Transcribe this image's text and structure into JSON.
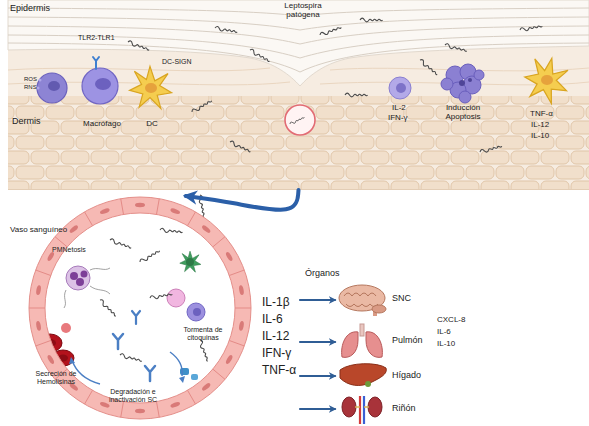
{
  "diagram": {
    "nodes": [
      {
        "text": [
          "Epidermis",
          "Dermis"
        ]
      },
      {
        "text": [
          "Macrófago"
        ],
        "in": 0
      },
      {
        "text": [
          "DC"
        ],
        "in": 0
      },
      {
        "text": [
          "Vaso sanguíneo"
        ]
      },
      {
        "text": [
          "SNC"
        ]
      },
      {
        "text": [
          "Pulmón"
        ]
      },
      {
        "text": [
          "Hígado"
        ]
      },
      {
        "text": [
          "Riñón"
        ]
      }
    ],
    "edges": [
      {
        "from": 0,
        "to": 3,
        "arrow": "to"
      },
      {
        "from": 3,
        "to": 4,
        "arrow": "to"
      },
      {
        "from": 3,
        "to": 5,
        "arrow": "to"
      },
      {
        "from": 3,
        "to": 6,
        "arrow": "to"
      },
      {
        "from": 3,
        "to": 7,
        "arrow": "to"
      }
    ],
    "labels": [
      "Leptospira patógena",
      "TLR2-TLR1",
      "DC-SIGN",
      "ROS",
      "RNS",
      "IL-2",
      "IFN-γ",
      "Inducción Apoptosis",
      "TNF-α",
      "IL-12",
      "IL-10",
      "PMNetosis",
      "Secreción de Hemolisinas",
      "Tormenta de citoquinas",
      "Degradación e inactivación SC",
      "IL-1β",
      "IL-6",
      "IL-12",
      "IFN-γ",
      "TNF-α",
      "Órganos",
      "CXCL-8",
      "IL-6",
      "IL-10"
    ]
  }
}
